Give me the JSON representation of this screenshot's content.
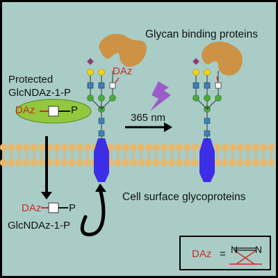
{
  "figure": {
    "title_glycan_binding": "Glycan binding proteins",
    "protected_label": "Protected\nGlcNDAz-1-P",
    "protected_daz": "DAz",
    "protected_p": "P",
    "glycan_daz_tag": "DAz",
    "uv_wavelength": "365 nm",
    "cell_surface_label": "Cell surface glycoproteins",
    "unprotected_daz": "DAz",
    "unprotected_p": "P",
    "unprotected_name": "GlcNDAz-1-P",
    "key_daz": "DAz",
    "key_equals": "=",
    "diazirine_atom_left": "N",
    "diazirine_atom_right": "N"
  },
  "colors": {
    "background": "#a9cdc6",
    "membrane_bead": "#e5b86d",
    "membrane_tail": "#d7b27a",
    "protein": "#3c2ee6",
    "glycan_binding_protein": "#cc9246",
    "sialic_acid": "#8e3a78",
    "galactose": "#f1d214",
    "glcnac": "#3e7fb7",
    "mannose": "#4caa3c",
    "capsule": "#93c83e",
    "daz_red": "#cc2a2a",
    "lightning": "#9a5cc8"
  }
}
